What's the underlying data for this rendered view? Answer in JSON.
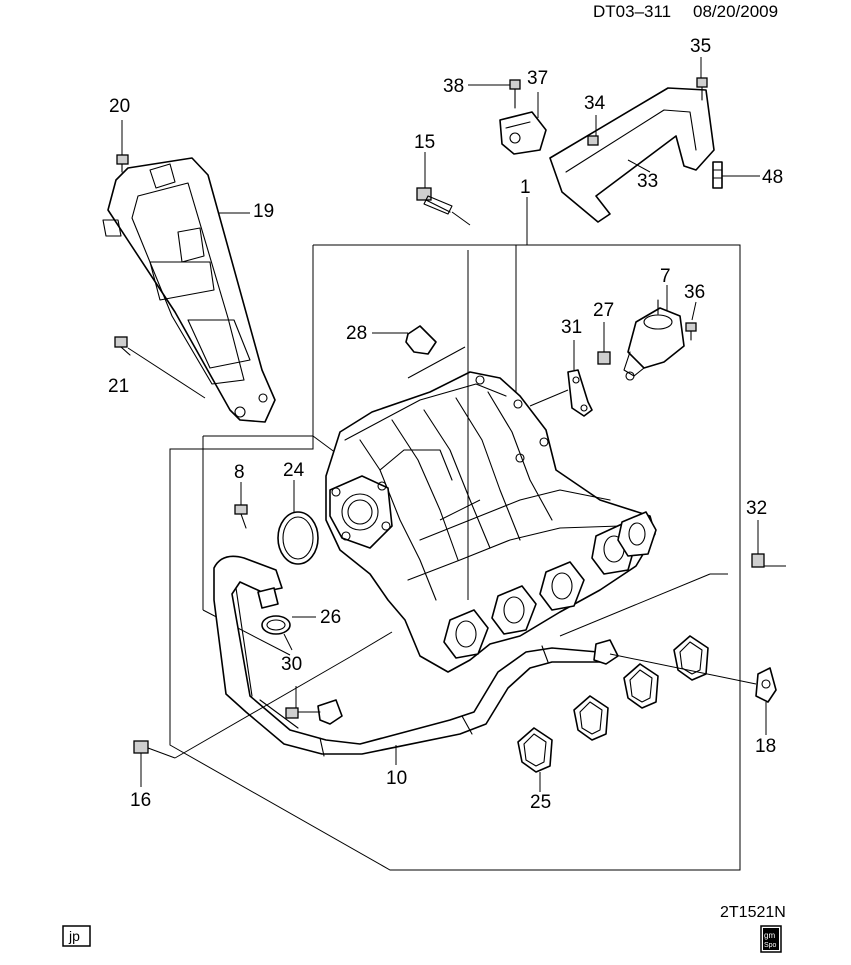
{
  "header": {
    "document_id": "DT03–311",
    "date": "08/20/2009"
  },
  "footer": {
    "illustration_code": "2T1521N",
    "language_badge": "jp",
    "logo_text_top": "gm",
    "logo_text_bottom": "Spo"
  },
  "callouts": {
    "c1": "1",
    "c7": "7",
    "c8": "8",
    "c10": "10",
    "c15": "15",
    "c16": "16",
    "c18": "18",
    "c19": "19",
    "c20": "20",
    "c21": "21",
    "c24": "24",
    "c25": "25",
    "c26": "26",
    "c27": "27",
    "c28": "28",
    "c30": "30",
    "c31": "31",
    "c32": "32",
    "c33": "33",
    "c34": "34",
    "c35": "35",
    "c36": "36",
    "c37": "37",
    "c38": "38",
    "c48": "48"
  }
}
